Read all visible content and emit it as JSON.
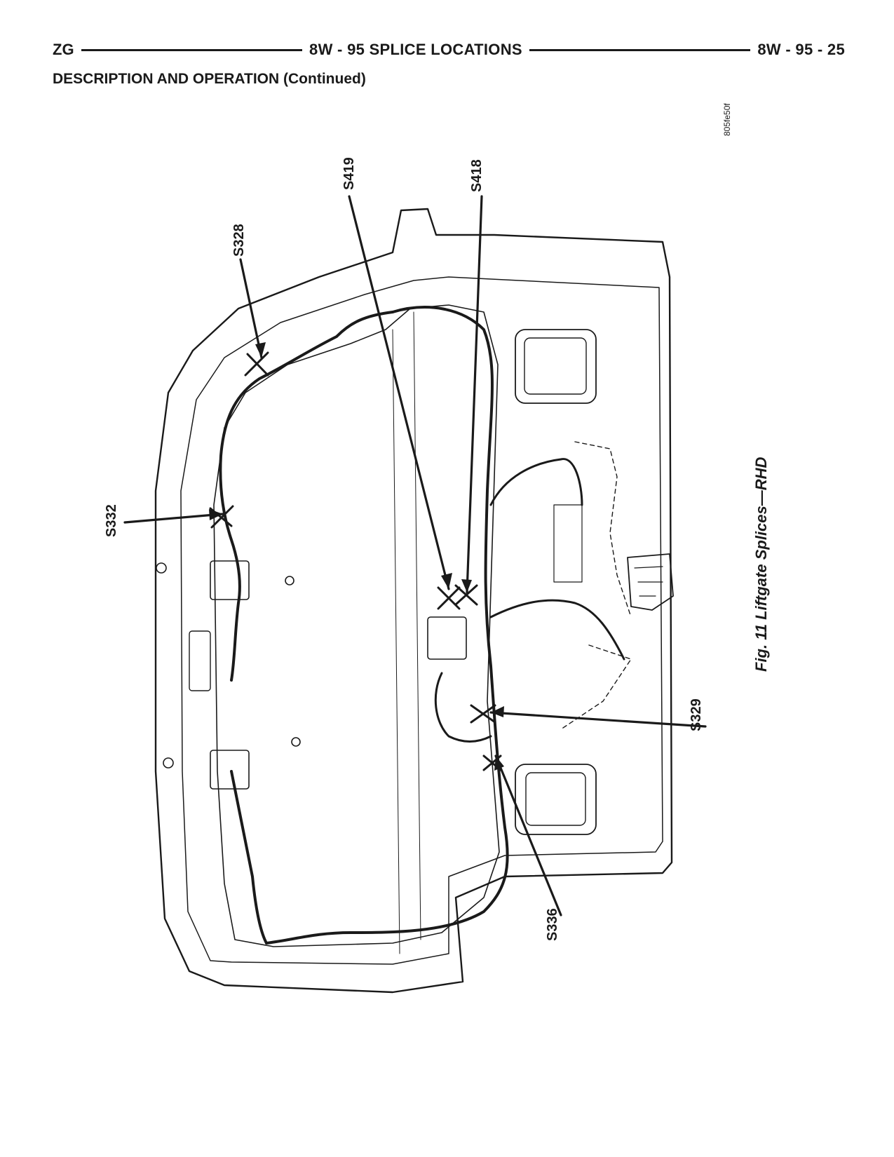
{
  "header": {
    "left": "ZG",
    "center": "8W - 95 SPLICE LOCATIONS",
    "right": "8W - 95 - 25"
  },
  "section_heading": "DESCRIPTION AND OPERATION (Continued)",
  "figure": {
    "id": "805fe50f",
    "caption": "Fig. 11 Liftgate Splices—RHD",
    "splices": {
      "s419": "S419",
      "s418": "S418",
      "s328": "S328",
      "s332": "S332",
      "s329": "S329",
      "s336": "S336"
    }
  }
}
